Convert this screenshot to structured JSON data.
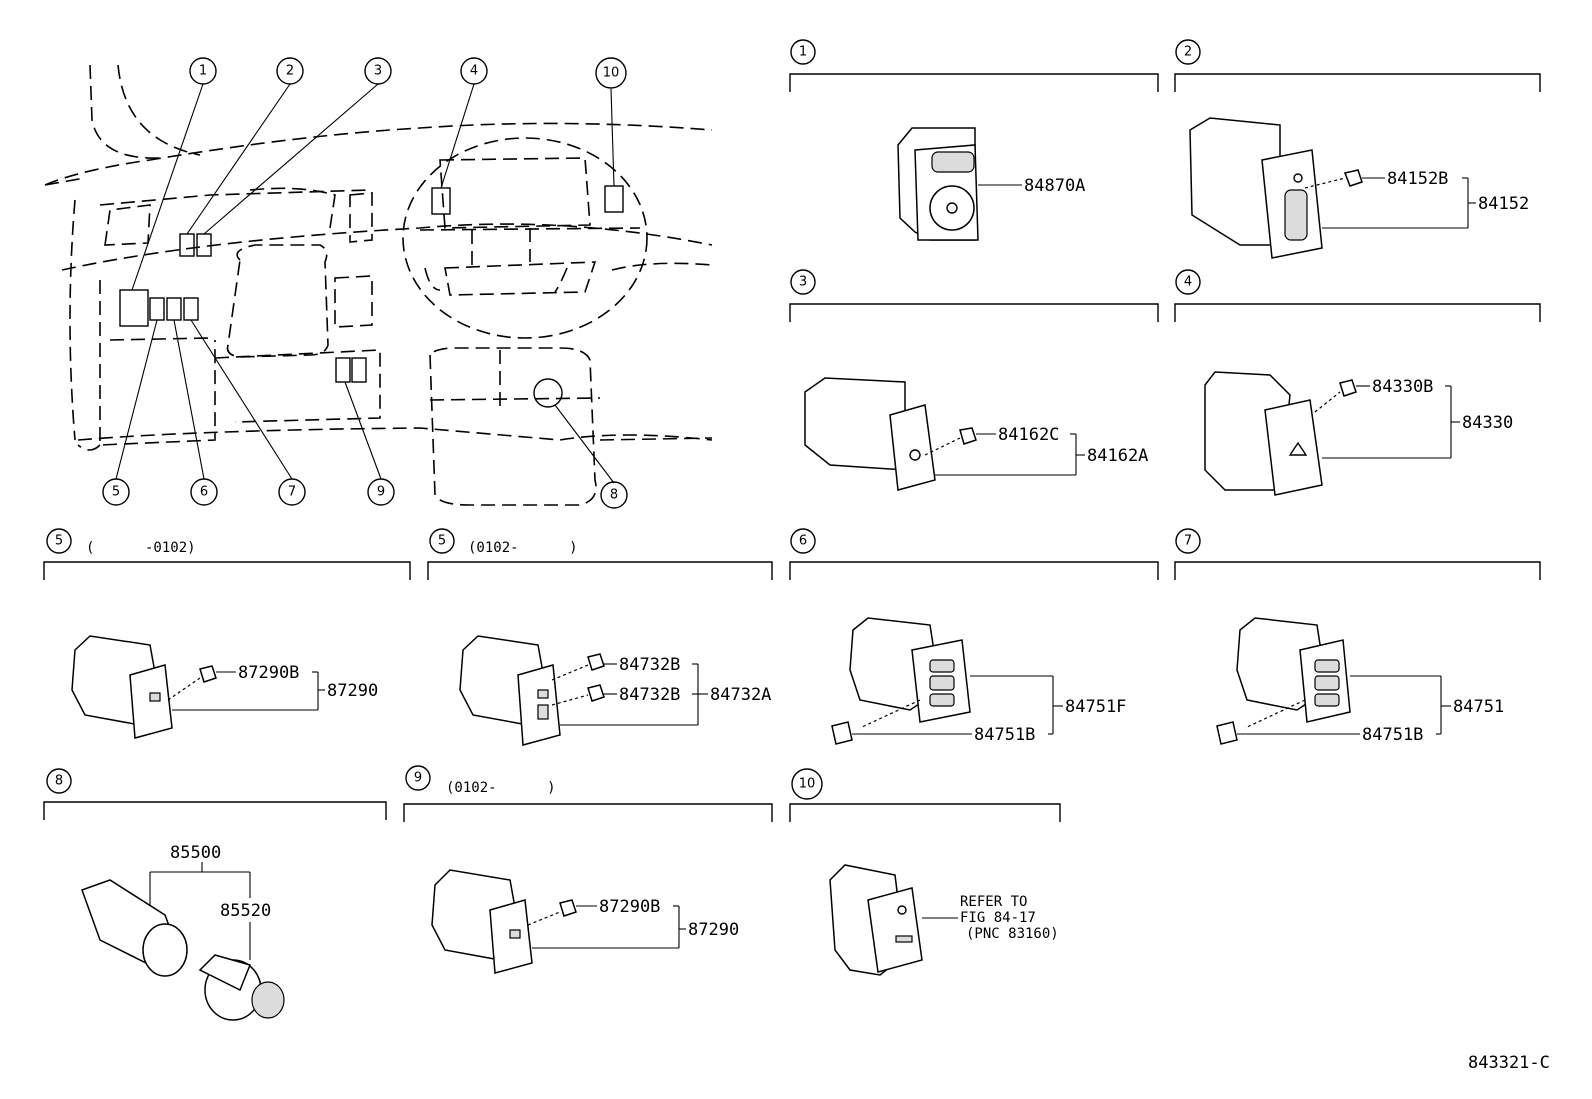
{
  "overview": {
    "callouts": [
      "1",
      "2",
      "3",
      "4",
      "10",
      "5",
      "6",
      "7",
      "9",
      "8"
    ]
  },
  "sections": [
    {
      "num": "1",
      "note": "",
      "labels": [
        "84870A"
      ]
    },
    {
      "num": "2",
      "note": "",
      "labels": [
        "84152B",
        "84152"
      ]
    },
    {
      "num": "3",
      "note": "",
      "labels": [
        "84162C",
        "84162A"
      ]
    },
    {
      "num": "4",
      "note": "",
      "labels": [
        "84330B",
        "84330"
      ]
    },
    {
      "num": "5",
      "note": "(      -0102)",
      "labels": [
        "87290B",
        "87290"
      ]
    },
    {
      "num": "5",
      "note": "(0102-      )",
      "labels": [
        "84732B",
        "84732B",
        "84732A"
      ]
    },
    {
      "num": "6",
      "note": "",
      "labels": [
        "84751F",
        "84751B"
      ]
    },
    {
      "num": "7",
      "note": "",
      "labels": [
        "84751",
        "84751B"
      ]
    },
    {
      "num": "8",
      "note": "",
      "labels": [
        "85500",
        "85520"
      ]
    },
    {
      "num": "9",
      "note": "(0102-      )",
      "labels": [
        "87290B",
        "87290"
      ]
    },
    {
      "num": "10",
      "note": "",
      "labels": [
        "REFER TO",
        "FIG 84-17",
        "(PNC 83160)"
      ]
    }
  ],
  "figure_code": "843321-C"
}
